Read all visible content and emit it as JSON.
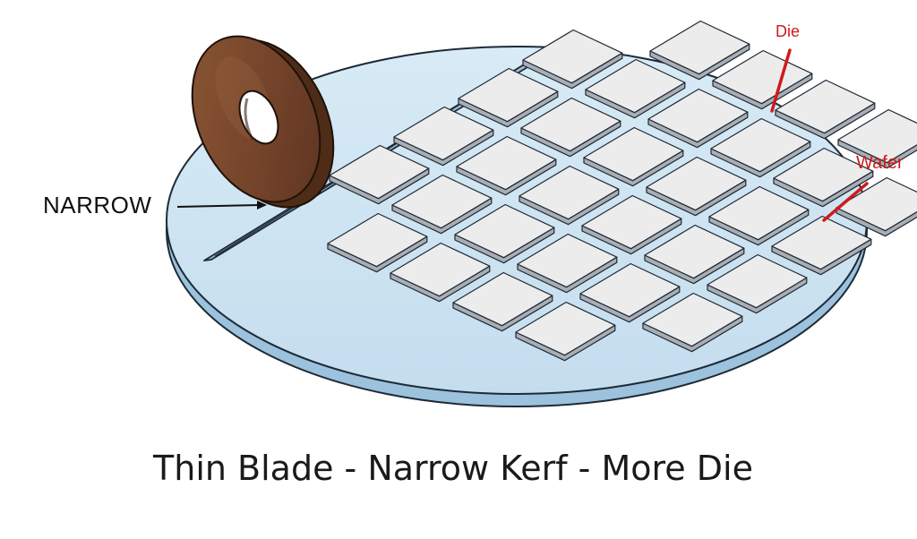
{
  "labels": {
    "narrow": "NARROW",
    "die": "Die",
    "wafer": "Wafer"
  },
  "caption": "Thin Blade - Narrow Kerf - More Die",
  "colors": {
    "wafer_fill": "#cfe5f2",
    "wafer_edge": "#9cc2dd",
    "outline": "#1e2a36",
    "die_fill": "#ececec",
    "die_shadow": "#a9aeb4",
    "blade_face": "#7b4a2e",
    "blade_rim": "#4f2c18",
    "callout_red": "#d01a1a"
  },
  "icons": {
    "blade": "dicing-blade-icon",
    "arrow": "arrow-right-icon"
  }
}
